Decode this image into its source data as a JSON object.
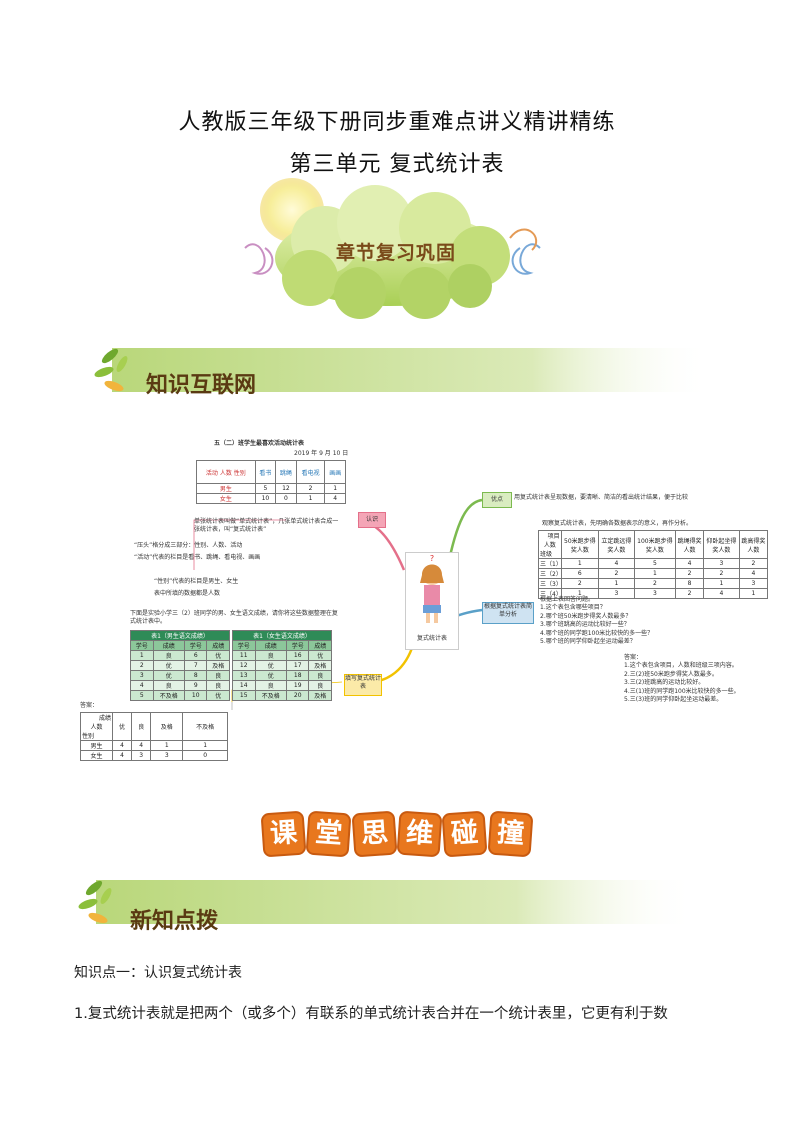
{
  "header": {
    "title": "人教版三年级下册同步重难点讲义精讲精练",
    "subtitle": "第三单元  复式统计表"
  },
  "cloud_badge": {
    "label": "章节复习巩固"
  },
  "banners": {
    "network": "知识互联网",
    "classroom": [
      "课",
      "堂",
      "思",
      "维",
      "碰",
      "撞"
    ],
    "new_points": "新知点拨"
  },
  "mindmap": {
    "center_label": "复式统计表",
    "node_recognize": "认识",
    "node_advantage": "优点",
    "node_analysis": "根据复式统计表简单分析",
    "node_fill": "填写复式统计表",
    "advantage_text": "用复式统计表呈现数据，要清晰、简洁的看出统计结果，便于比较",
    "left_table": {
      "title": "五（二）班学生最喜欢活动统计表",
      "date": "2019 年 9 月 10 日",
      "corner": [
        "活动",
        "人数",
        "性别"
      ],
      "headers": [
        "看书",
        "跳绳",
        "看电视",
        "画画"
      ],
      "rows": [
        {
          "label": "男生",
          "values": [
            "5",
            "12",
            "2",
            "1"
          ]
        },
        {
          "label": "女生",
          "values": [
            "10",
            "0",
            "1",
            "4"
          ]
        }
      ]
    },
    "recognize_notes": [
      "单张统计表叫做“单式统计表”，几张单式统计表合成一张统计表，叫“复式统计表”",
      "“压头”格分成三部分：性别、人数、活动",
      "“活动”代表的栏目是看书、跳绳、看电视、画画",
      "“性别”代表的栏目是男生、女生",
      "表中所填的数据都是人数"
    ],
    "fill_intro": "下面是实验小学三（2）班同学的男、女生语文成绩，请你将这些数据整理在复式统计表中。",
    "table_boys": {
      "title": "表1（男生语文成绩）",
      "headers": [
        "学号",
        "成绩",
        "学号",
        "成绩"
      ],
      "rows": [
        [
          "1",
          "良",
          "6",
          "优"
        ],
        [
          "2",
          "优",
          "7",
          "及格"
        ],
        [
          "3",
          "优",
          "8",
          "良"
        ],
        [
          "4",
          "良",
          "9",
          "良"
        ],
        [
          "5",
          "不及格",
          "10",
          "优"
        ]
      ]
    },
    "table_girls": {
      "title": "表1（女生语文成绩）",
      "headers": [
        "学号",
        "成绩",
        "学号",
        "成绩"
      ],
      "rows": [
        [
          "11",
          "良",
          "16",
          "优"
        ],
        [
          "12",
          "优",
          "17",
          "及格"
        ],
        [
          "13",
          "优",
          "18",
          "良"
        ],
        [
          "14",
          "良",
          "19",
          "良"
        ],
        [
          "15",
          "不及格",
          "20",
          "及格"
        ]
      ]
    },
    "answer_left": {
      "label": "答案：",
      "corner": [
        "成绩",
        "人数",
        "性别"
      ],
      "headers": [
        "优",
        "良",
        "及格",
        "不及格"
      ],
      "rows": [
        {
          "label": "男生",
          "values": [
            "4",
            "4",
            "1",
            "1"
          ]
        },
        {
          "label": "女生",
          "values": [
            "4",
            "3",
            "3",
            "0"
          ]
        }
      ]
    },
    "analysis_intro": "观察复式统计表，先明确各数据表示的意义，再作分析。",
    "right_table": {
      "corner": [
        "项目",
        "人数",
        "班级"
      ],
      "headers": [
        "50米跑步得奖人数",
        "立定跳远得奖人数",
        "100米跑步得奖人数",
        "跳绳得奖人数",
        "仰卧起坐得奖人数",
        "跳高得奖人数"
      ],
      "rows": [
        {
          "label": "三（1）",
          "values": [
            "1",
            "4",
            "5",
            "4",
            "3",
            "2"
          ]
        },
        {
          "label": "三（2）",
          "values": [
            "6",
            "2",
            "1",
            "2",
            "2",
            "4"
          ]
        },
        {
          "label": "三（3）",
          "values": [
            "2",
            "1",
            "2",
            "8",
            "1",
            "3"
          ]
        },
        {
          "label": "三（4）",
          "values": [
            "1",
            "3",
            "3",
            "2",
            "4",
            "1"
          ]
        }
      ]
    },
    "questions": [
      "根据上表回答问题。",
      "1.这个表包含哪些项目？",
      "2.哪个班50米跑步得奖人数最多？",
      "3.哪个班跳高的运动比较好一些？",
      "4.哪个班的同学跑100米比较快的多一些？",
      "5.哪个班的同学仰卧起坐运动最差？"
    ],
    "answers_right": [
      "答案：",
      "1.这个表包含项目，人数和班级三项内容。",
      "2.三(2)班50米跑步得奖人数最多。",
      "3.三(2)班跳高的运动比较好。",
      "4.三(1)班的同学跑100米比较快的多一些。",
      "5.三(3)班的同学仰卧起坐运动最差。"
    ]
  },
  "content": {
    "point_heading": "知识点一：认识复式统计表",
    "point_text": "1.复式统计表就是把两个（或多个）有联系的单式统计表合并在一个统计表里，它更有利于数"
  },
  "colors": {
    "banner_green": "#cfe3a0",
    "banner_brown": "#5a3a12",
    "cloud_green": "#b8d86a",
    "sun_yellow": "#f6ea8a",
    "classroom_orange": "#e8771e",
    "table_header_green": "#2e8b57",
    "mindmap_link_green": "#7cba4f",
    "mindmap_link_pink": "#e4708a",
    "mindmap_link_yellow": "#f2c200"
  }
}
